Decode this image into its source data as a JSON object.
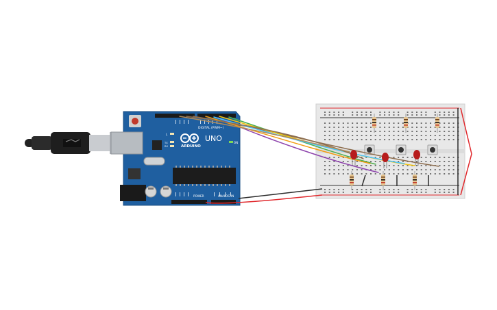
{
  "board": {
    "brand": "ARDUINO",
    "model": "UNO",
    "digital_label": "DIGITAL (PWM~)",
    "power_label": "POWER",
    "analog_label": "ANALOG IN",
    "led_l": "L",
    "led_tx": "TX",
    "led_rx": "RX",
    "led_on": "ON",
    "color": "#1f5fa0"
  },
  "wire_colors": {
    "red": "#e0282c",
    "black": "#2a2a2a",
    "orange": "#f39c12",
    "yellow": "#f1c40f",
    "green": "#4caf50",
    "purple": "#8e44ad",
    "brown": "#8d6e4f",
    "cyan": "#4fc3f7"
  },
  "components": {
    "leds": 3,
    "push_buttons": 3,
    "resistors": 6
  }
}
